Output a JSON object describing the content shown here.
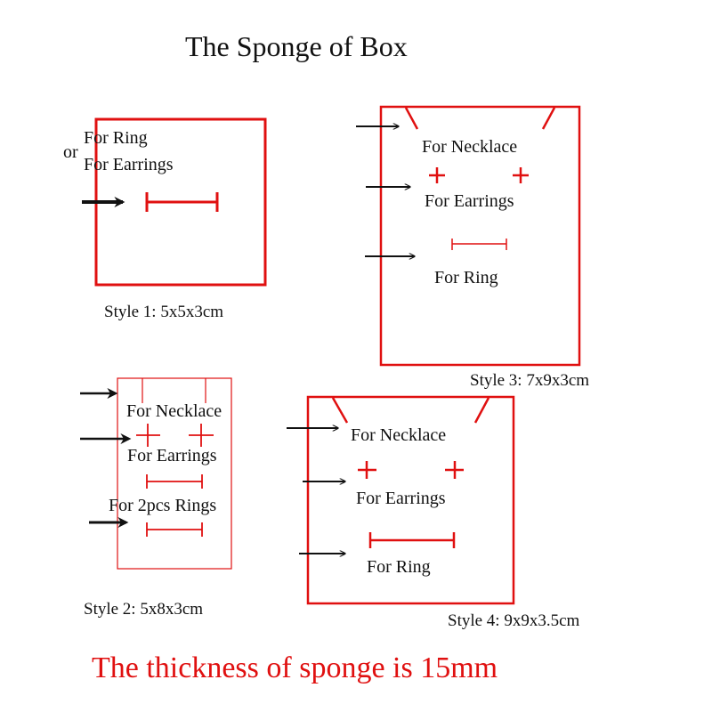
{
  "title": "The Sponge of Box",
  "footer": "The thickness of sponge is 15mm",
  "colors": {
    "box": "#e01010",
    "text": "#111111",
    "arrow": "#111111",
    "footer": "#e01010"
  },
  "styles": [
    {
      "caption": "Style 1: 5x5x3cm",
      "labels": {
        "or": "or",
        "ring": "For Ring",
        "earrings": "For Earrings"
      }
    },
    {
      "caption": "Style 2: 5x8x3cm",
      "labels": {
        "necklace": "For Necklace",
        "earrings": "For Earrings",
        "rings": "For 2pcs Rings"
      }
    },
    {
      "caption": "Style 3: 7x9x3cm",
      "labels": {
        "necklace": "For Necklace",
        "earrings": "For Earrings",
        "ring": "For Ring"
      }
    },
    {
      "caption": "Style 4: 9x9x3.5cm",
      "labels": {
        "necklace": "For Necklace",
        "earrings": "For Earrings",
        "ring": "For Ring"
      }
    }
  ]
}
